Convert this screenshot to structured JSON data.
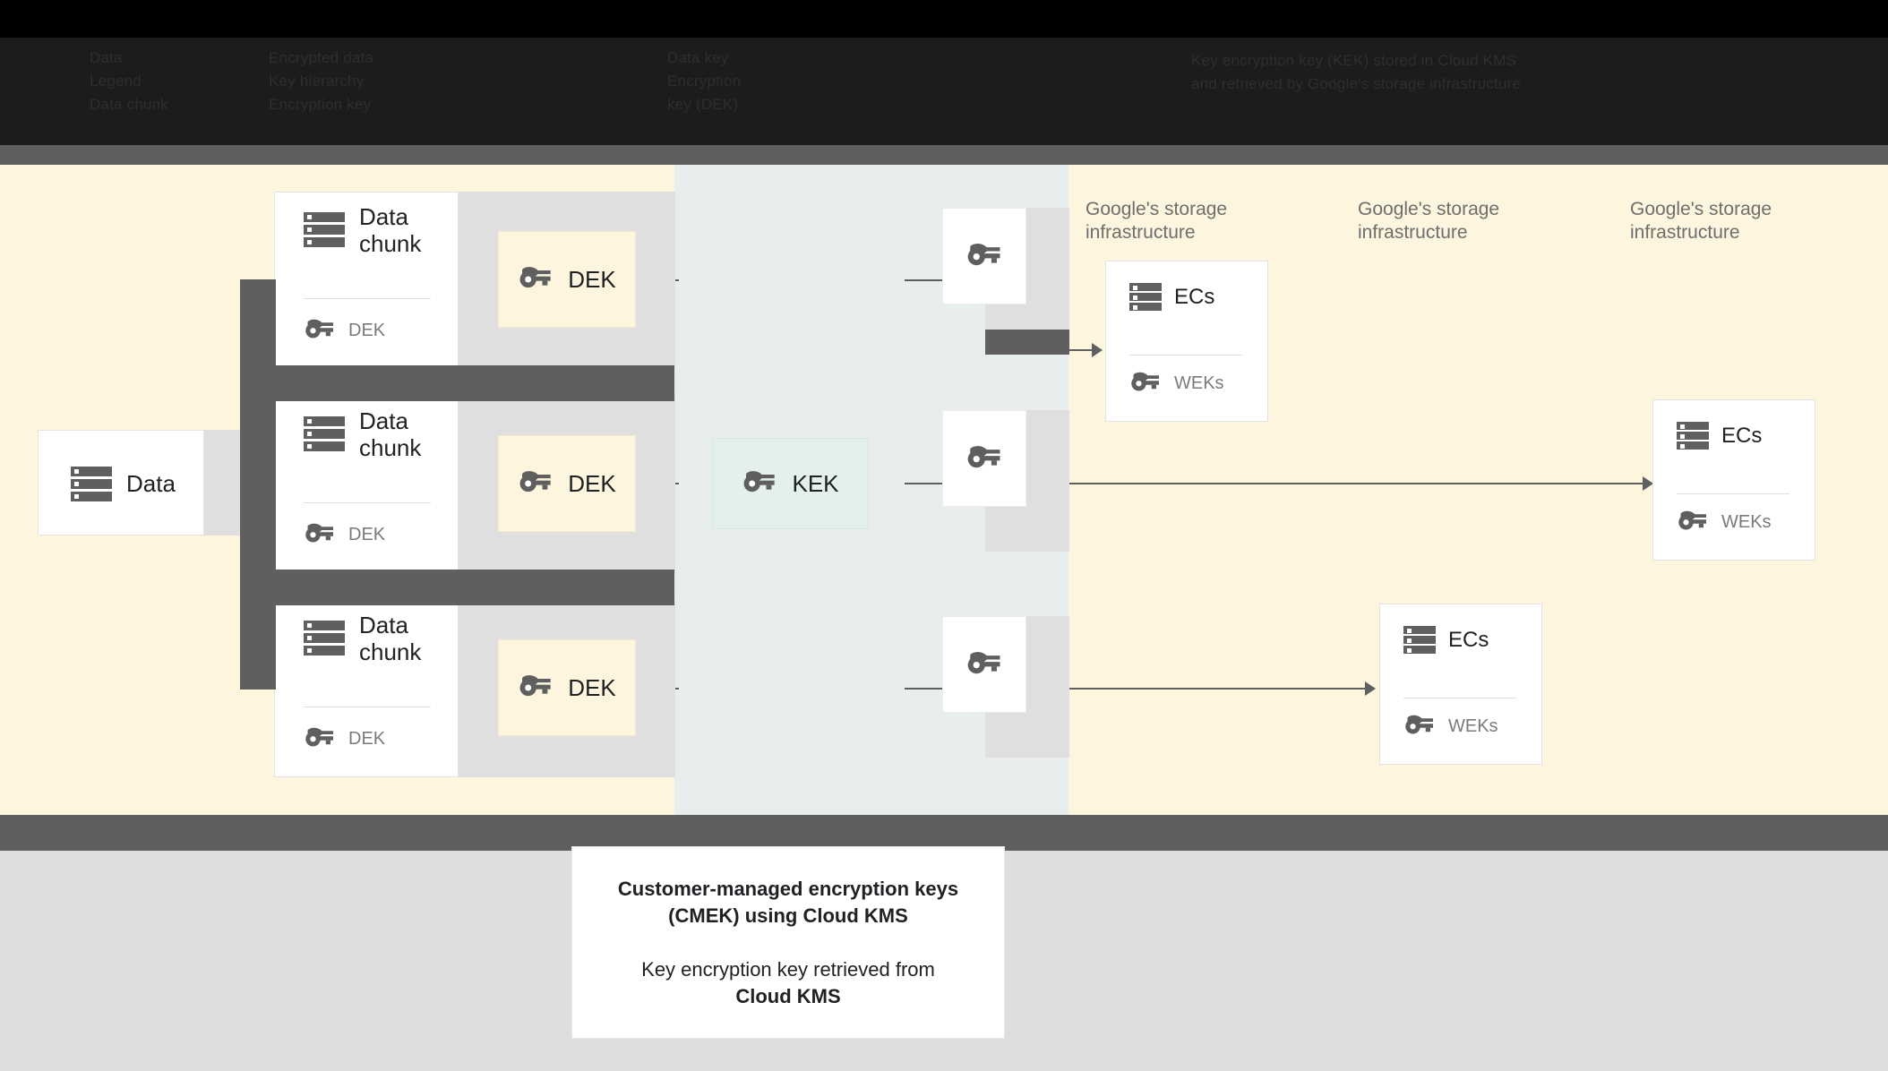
{
  "topbar": {
    "legend_col_1": "Data\nLegend\nData chunk",
    "legend_col_2": "Encrypted data\nKey hierarchy\nEncryption key",
    "legend_col_3": "Data key\nEncryption\nkey (DEK)",
    "legend_col_4": "Key encryption key (KEK) stored in Cloud KMS\nand retrieved by Google's storage infrastructure"
  },
  "diagram": {
    "data_card": {
      "label": "Data",
      "icon": "storage-icon"
    },
    "chunks": [
      {
        "title": "Data\nchunk",
        "icon": "storage-icon",
        "sub_label": "DEK",
        "sub_icon": "key-icon"
      },
      {
        "title": "Data\nchunk",
        "icon": "storage-icon",
        "sub_label": "DEK",
        "sub_icon": "key-icon"
      },
      {
        "title": "Data\nchunk",
        "icon": "storage-icon",
        "sub_label": "DEK",
        "sub_icon": "key-icon"
      }
    ],
    "dek_boxes": [
      {
        "label": "DEK",
        "icon": "key-icon",
        "color": "#fdf5de"
      },
      {
        "label": "DEK",
        "icon": "key-icon",
        "color": "#fdf5de"
      },
      {
        "label": "DEK",
        "icon": "key-icon",
        "color": "#fdf5de"
      }
    ],
    "kek_box": {
      "label": "KEK",
      "icon": "key-icon",
      "color": "#e3f1ea"
    },
    "wek_tiles": [
      {
        "icon": "key-icon"
      },
      {
        "icon": "key-icon"
      },
      {
        "icon": "key-icon"
      }
    ],
    "section_labels": [
      "Google's storage\ninfrastructure",
      "Google's storage\ninfrastructure",
      "Google's storage\ninfrastructure"
    ],
    "ec_cards": [
      {
        "title": "ECs",
        "icon": "storage-icon",
        "sub_label": "WEKs",
        "sub_icon": "key-icon"
      },
      {
        "title": "ECs",
        "icon": "storage-icon",
        "sub_label": "WEKs",
        "sub_icon": "key-icon"
      },
      {
        "title": "ECs",
        "icon": "storage-icon",
        "sub_label": "WEKs",
        "sub_icon": "key-icon"
      }
    ]
  },
  "caption": {
    "title_line_1": "Customer-managed encryption keys",
    "title_line_2": "(CMEK) using Cloud KMS",
    "body_line_1": "Key encryption key retrieved from",
    "body_line_2": "Cloud KMS"
  },
  "colors": {
    "cream": "#fdf5de",
    "bluegray": "#e8edee",
    "mint": "#e3f1ea",
    "darkgray": "#5f5f5f",
    "lightgray": "#dedede",
    "plate": "#dfdfdf"
  }
}
